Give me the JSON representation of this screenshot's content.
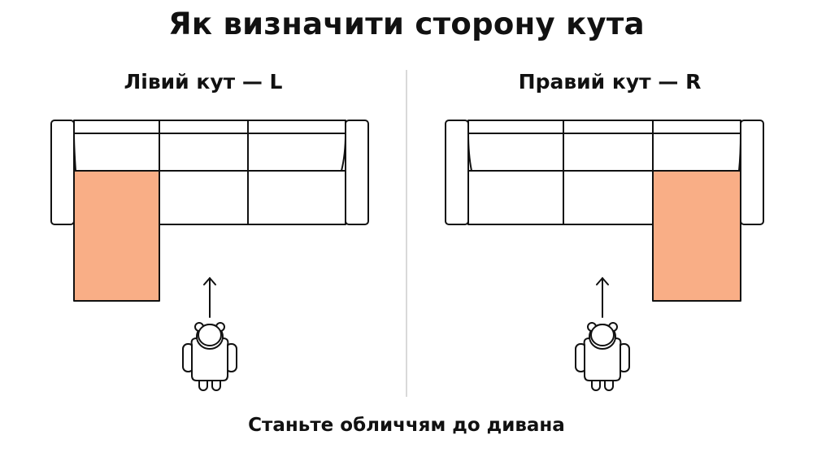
{
  "title": "Як визначити сторону кута",
  "panels": {
    "left": {
      "label": "Лівий кут — L"
    },
    "right": {
      "label": "Правий кут — R"
    }
  },
  "footer": "Станьте обличчям до дивана",
  "colors": {
    "chaise": "#F9AE86",
    "stroke": "#111111",
    "divider": "#d9d9d9"
  }
}
